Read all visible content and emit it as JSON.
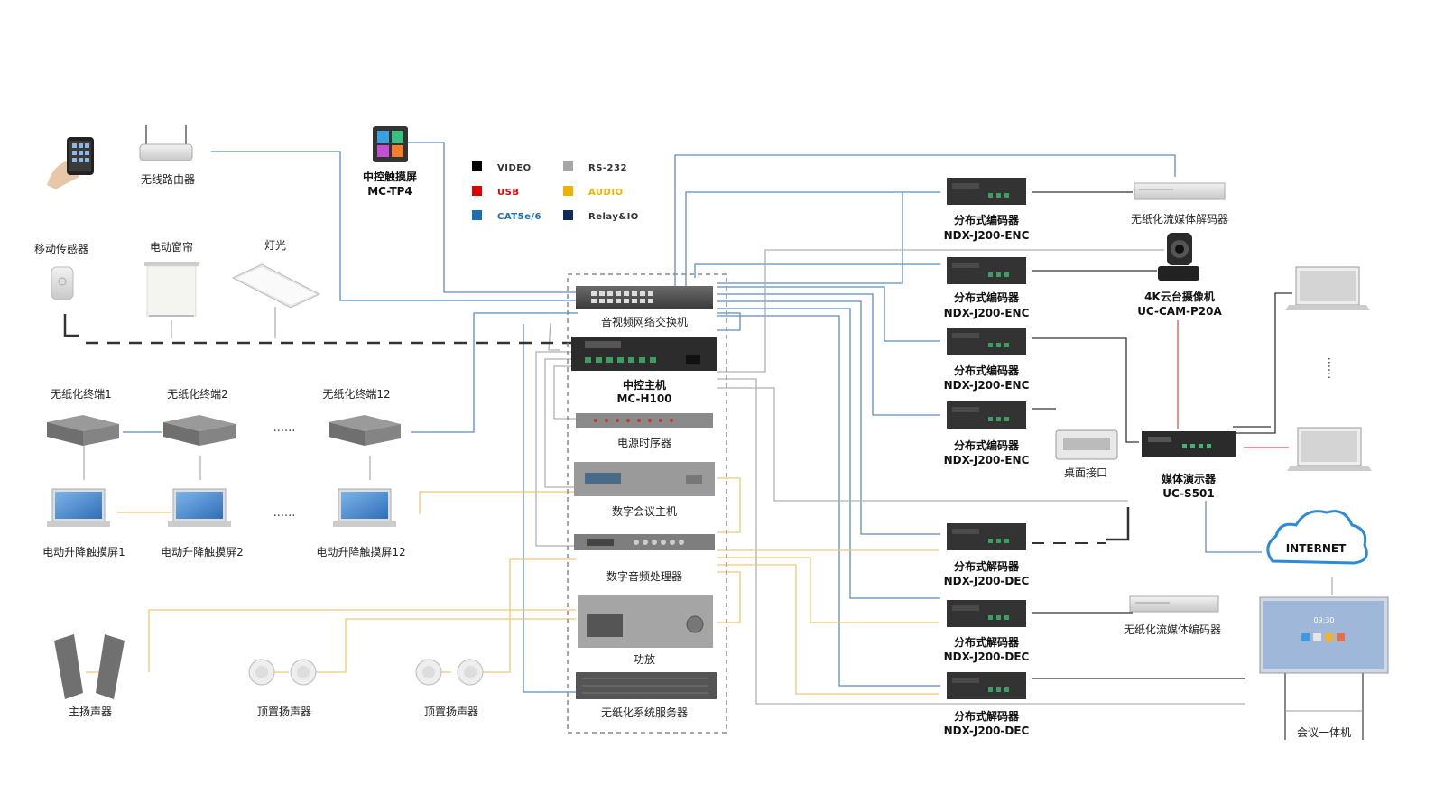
{
  "legend": [
    {
      "key": "video",
      "label": "VIDEO",
      "color": "#000000"
    },
    {
      "key": "rs232",
      "label": "RS-232",
      "color": "#a6a6a6"
    },
    {
      "key": "usb",
      "label": "USB",
      "color": "#e00000"
    },
    {
      "key": "audio",
      "label": "AUDIO",
      "color": "#f2b100"
    },
    {
      "key": "cat",
      "label": "CAT5e/6",
      "color": "#1b6fb8"
    },
    {
      "key": "relay",
      "label": "Relay&IO",
      "color": "#0d2c5a"
    }
  ],
  "colors": {
    "cat": "#5b8cc4",
    "audio": "#f0c870",
    "rs232": "#b0b0b0",
    "video": "#222222",
    "usb": "#e05050"
  },
  "labels": {
    "router": "无线路由器",
    "tp_cn": "中控触摸屏",
    "tp_model": "MC-TP4",
    "motion": "移动传感器",
    "curtain": "电动窗帘",
    "light": "灯光",
    "term1": "无纸化终端1",
    "term2": "无纸化终端2",
    "term12": "无纸化终端12",
    "lift1": "电动升降触摸屏1",
    "lift2": "电动升降触摸屏2",
    "lift12": "电动升降触摸屏12",
    "dots": "......",
    "switch": "音视频网络交换机",
    "host_cn": "中控主机",
    "host_model": "MC-H100",
    "power": "电源时序器",
    "conf": "数字会议主机",
    "dsp": "数字音频处理器",
    "amp": "功放",
    "server": "无纸化系统服务器",
    "main_spk": "主扬声器",
    "ceil1": "顶置扬声器",
    "ceil2": "顶置扬声器",
    "enc_cn": "分布式编码器",
    "enc_model": "NDX-J200-ENC",
    "dec_cn": "分布式解码器",
    "dec_model": "NDX-J200-DEC",
    "stream_dec": "无纸化流媒体解码器",
    "stream_enc": "无纸化流媒体编码器",
    "cam_cn": "4K云台摄像机",
    "cam_model": "UC-CAM-P20A",
    "desk": "桌面接口",
    "media_cn": "媒体演示器",
    "media_model": "UC-S501",
    "internet": "INTERNET",
    "panel": "会议一体机",
    "panel_time": "09:30"
  }
}
